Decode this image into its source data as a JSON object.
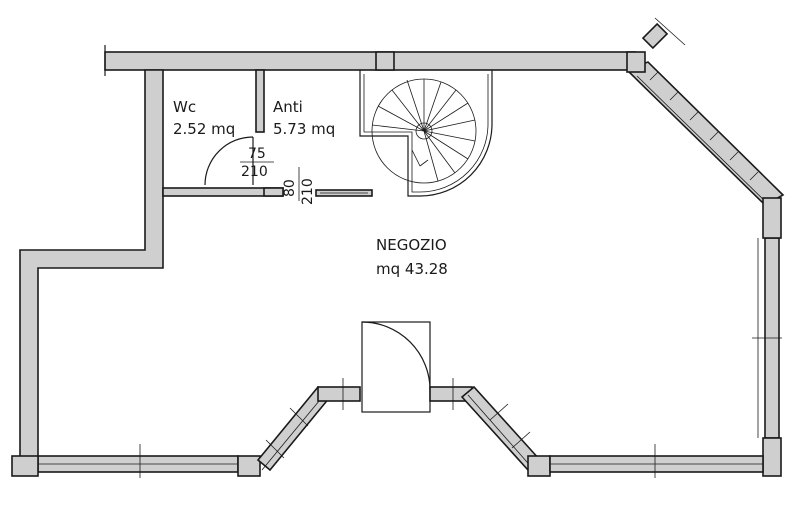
{
  "rooms": {
    "wc": {
      "name": "Wc",
      "area": "2.52  mq"
    },
    "anti": {
      "name": "Anti",
      "area": "5.73  mq"
    },
    "negozio": {
      "name": "NEGOZIO",
      "area": "mq  43.28"
    }
  },
  "doors": {
    "wc_door": {
      "width": "75",
      "height": "210"
    },
    "anti_door": {
      "width": "80",
      "height": "210"
    }
  },
  "colors": {
    "wall_fill": "#cfcfcf",
    "line": "#1a1a1a"
  }
}
